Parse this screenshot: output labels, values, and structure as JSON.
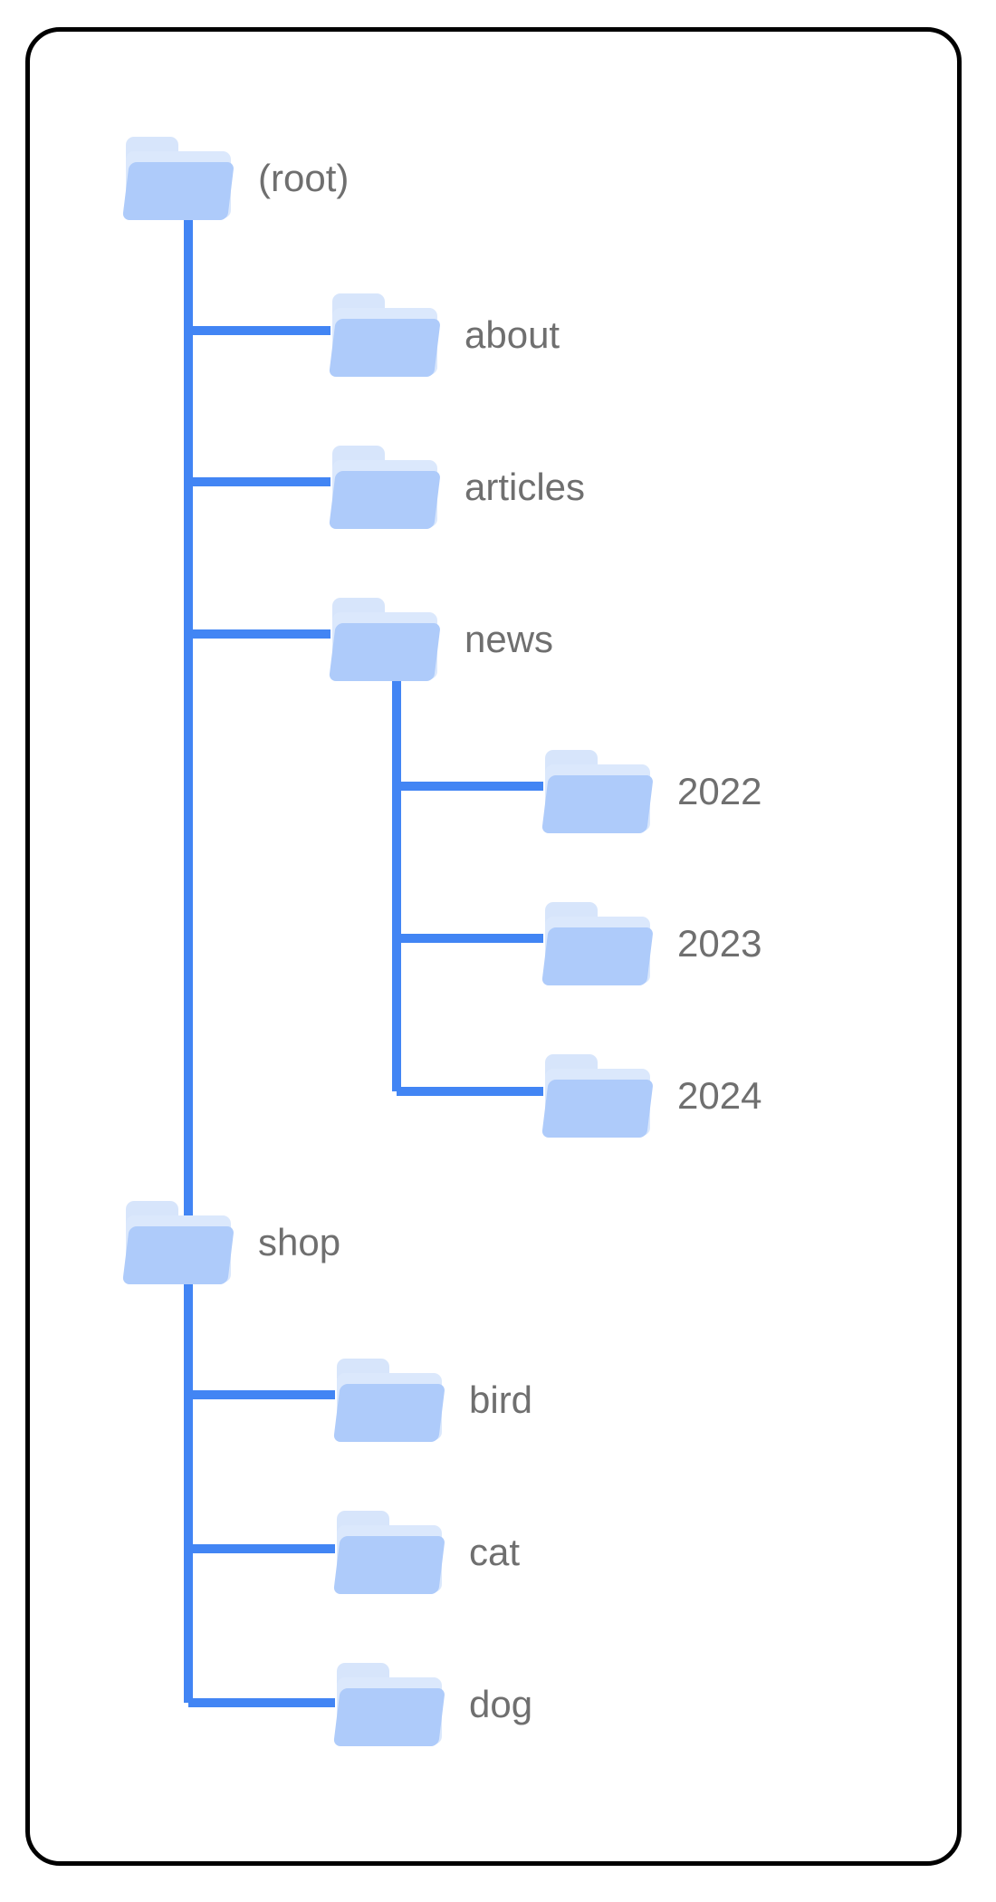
{
  "diagram": {
    "type": "file-tree",
    "title": "",
    "colors": {
      "connector": "#4285f4",
      "folder_front": "#aecbfa",
      "folder_back": "#dbe8fc",
      "label_text": "#6f6f6f",
      "card_border": "#000000",
      "background": "#ffffff"
    },
    "nodes": [
      {
        "id": "root",
        "label": "(root)",
        "depth": 0
      },
      {
        "id": "about",
        "label": "about",
        "depth": 1
      },
      {
        "id": "articles",
        "label": "articles",
        "depth": 1
      },
      {
        "id": "news",
        "label": "news",
        "depth": 1
      },
      {
        "id": "news2022",
        "label": "2022",
        "depth": 2
      },
      {
        "id": "news2023",
        "label": "2023",
        "depth": 2
      },
      {
        "id": "news2024",
        "label": "2024",
        "depth": 2
      },
      {
        "id": "shop",
        "label": "shop",
        "depth": 0
      },
      {
        "id": "bird",
        "label": "bird",
        "depth": 1
      },
      {
        "id": "cat",
        "label": "cat",
        "depth": 1
      },
      {
        "id": "dog",
        "label": "dog",
        "depth": 1
      }
    ],
    "icons": {
      "folder": "folder-icon"
    }
  }
}
